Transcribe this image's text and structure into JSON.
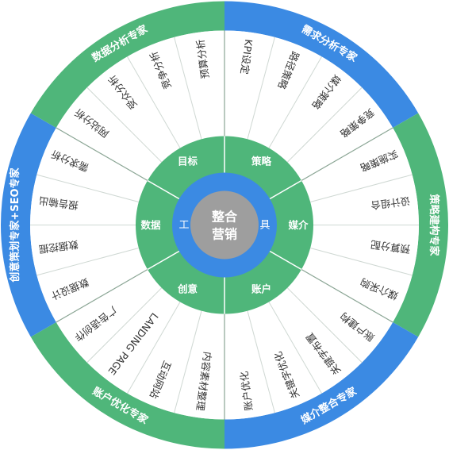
{
  "colors": {
    "green": "#4fb67a",
    "blue": "#3b8ae3",
    "center_gray": "#9e9e9e",
    "divider": "#cfd8d3",
    "text": "#333333"
  },
  "center": {
    "line1": "整合",
    "line2": "营销"
  },
  "tool": {
    "left": "工",
    "right": "具"
  },
  "inner_sectors": [
    "目标",
    "策略",
    "媒介",
    "账户",
    "创意",
    "数据"
  ],
  "outer_ring": [
    {
      "label": "需求分析专家",
      "color": "blue"
    },
    {
      "label": "策略建构专家",
      "color": "green"
    },
    {
      "label": "媒介整合专家",
      "color": "blue"
    },
    {
      "label": "账户优化专家",
      "color": "green"
    },
    {
      "label": "创意策划专家+SEO专家",
      "color": "blue"
    },
    {
      "label": "数据分析专家",
      "color": "green"
    }
  ],
  "items": [
    "KPI设定",
    "路径策略",
    "媒介策略",
    "竞争策略",
    "实施策略",
    "设计组合",
    "预算分配",
    "媒介采购",
    "账户建构",
    "关键字布置",
    "关键字优化",
    "账户优化",
    "内容素材整理",
    "互动网站",
    "LANDING PAGE",
    "广告语创作",
    "数据设计",
    "数据挖掘",
    "报告输出",
    "需求分析",
    "网站分析",
    "受众分析",
    "竞争分析",
    "预算分析"
  ]
}
